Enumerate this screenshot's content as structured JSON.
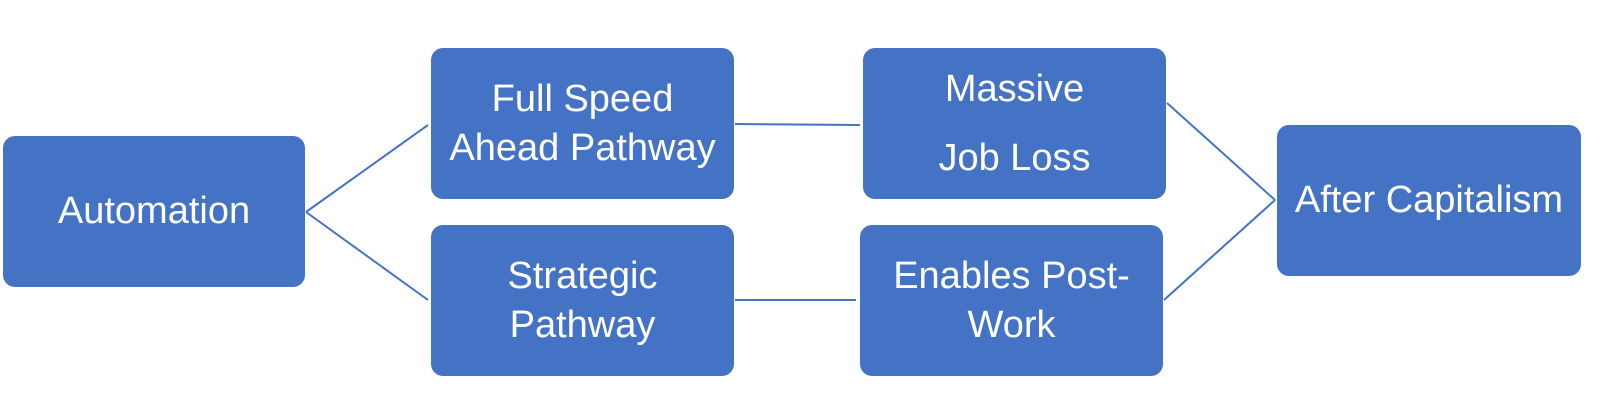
{
  "diagram": {
    "nodes": {
      "automation": {
        "lines": [
          "Automation"
        ]
      },
      "full_speed": {
        "lines": [
          "Full Speed",
          "Ahead Pathway"
        ]
      },
      "strategic": {
        "lines": [
          "Strategic",
          "Pathway"
        ]
      },
      "massive_job_loss": {
        "lines": [
          "Massive",
          "Job Loss"
        ]
      },
      "enables_post_work": {
        "lines": [
          "Enables Post-",
          "Work"
        ]
      },
      "after_capitalism": {
        "lines": [
          "After Capitalism"
        ]
      }
    },
    "edges": [
      {
        "from": "Automation",
        "to": "Full Speed Ahead Pathway"
      },
      {
        "from": "Automation",
        "to": "Strategic Pathway"
      },
      {
        "from": "Full Speed Ahead Pathway",
        "to": "Massive Job Loss"
      },
      {
        "from": "Strategic Pathway",
        "to": "Enables Post-Work"
      },
      {
        "from": "Massive Job Loss",
        "to": "After Capitalism"
      },
      {
        "from": "Enables Post-Work",
        "to": "After Capitalism"
      }
    ],
    "colors": {
      "node_fill": "#4472c4",
      "node_text": "#ffffff",
      "connector": "#4472c4"
    }
  }
}
